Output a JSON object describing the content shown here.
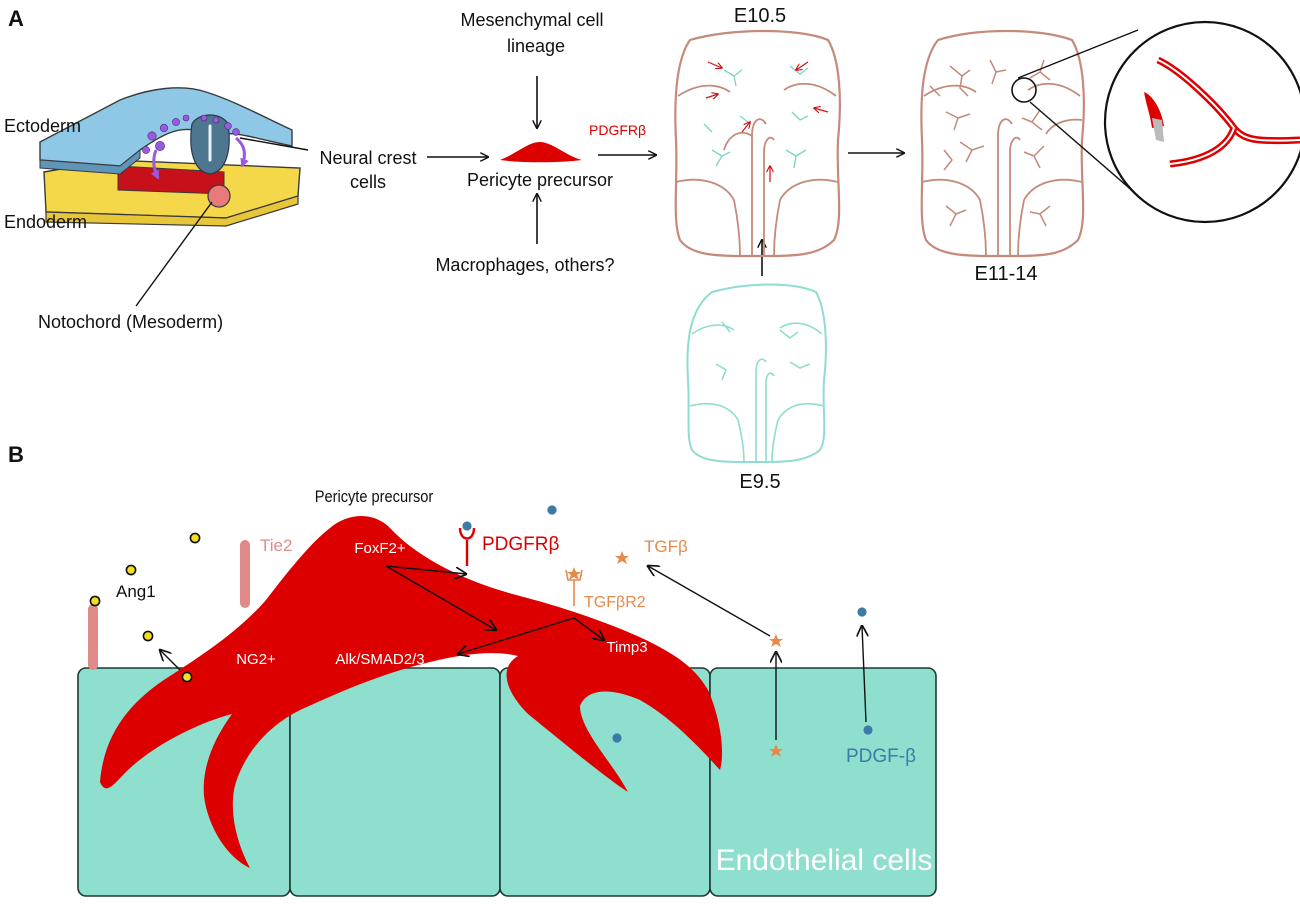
{
  "panel_a": {
    "letter": "A",
    "ectoderm": "Ectoderm",
    "endoderm": "Endoderm",
    "notochord": "Notochord (Mesoderm)",
    "neural_crest_line1": "Neural crest",
    "neural_crest_line2": "cells",
    "mesenchymal_line1": "Mesenchymal cell",
    "mesenchymal_line2": "lineage",
    "pericyte_precursor": "Pericyte precursor",
    "macrophages": "Macrophages, others?",
    "pdgfrb": "PDGFRβ",
    "stage_e10": "E10.5",
    "stage_e11": "E11-14",
    "stage_e9": "E9.5"
  },
  "panel_b": {
    "letter": "B",
    "pericyte_precursor": "Pericyte precursor",
    "tie2": "Tie2",
    "ang1": "Ang1",
    "foxf2": "FoxF2+",
    "pdgfrb": "PDGFRβ",
    "tgfb": "TGFβ",
    "tgfbr2": "TGFβR2",
    "ng2": "NG2+",
    "alk_smad": "Alk/SMAD2/3",
    "timp3": "Timp3",
    "pdgf_b": "PDGF-β",
    "endothelial": "Endothelial cells"
  },
  "colors": {
    "pericyte_red": "#dd0000",
    "endothelial_teal": "#8fdfcf",
    "brain_outline": "#c48a7a",
    "vessel_cyan": "#7fd6c8",
    "e95_outline": "#8fdcd0",
    "tie2_pink": "#e08a8a",
    "tgf_orange": "#e8894a",
    "pdgf_blue": "#3e7aa6",
    "ang1_yellow": "#f0e020",
    "ectoderm_blue": "#8ec8e6",
    "endoderm_yellow": "#f4d84a",
    "neural_tube_slate": "#4e7690",
    "neural_crest_purple": "#9a5ae0"
  }
}
